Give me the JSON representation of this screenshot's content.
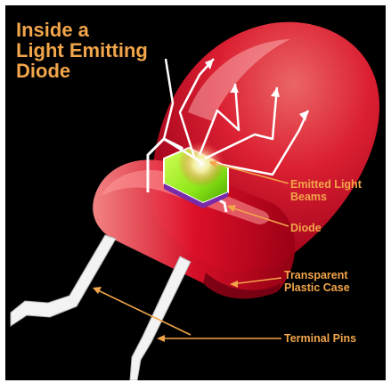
{
  "title": {
    "line1": "Inside a",
    "line2": "Light Emitting",
    "line3": "Diode"
  },
  "labels": {
    "emitted_light": {
      "line1": "Emitted Light",
      "line2": "Beams"
    },
    "diode": "Diode",
    "case": {
      "line1": "Transparent",
      "line2": "Plastic Case"
    },
    "pins": "Terminal Pins"
  },
  "colors": {
    "background": "#000000",
    "text": "#f2a54a",
    "led_body": "#e8102a",
    "beams": "#ffffff",
    "chip": "#9ef01a"
  }
}
